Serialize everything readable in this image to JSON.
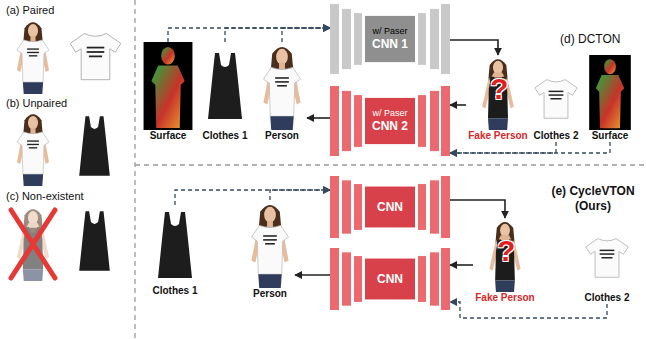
{
  "diagram": {
    "nodes": [
      {
        "text": [
          "w/ Paser",
          "CNN 1"
        ]
      },
      {
        "text": [
          "w/ Paser",
          "CNN 2"
        ]
      },
      {
        "text": [
          "Surface"
        ]
      },
      {
        "text": [
          "Clothes 1"
        ]
      },
      {
        "text": [
          "Person"
        ]
      },
      {
        "text": [
          "Fake Person"
        ]
      },
      {
        "text": [
          "Clothes 2"
        ]
      },
      {
        "text": [
          "Surface"
        ]
      },
      {
        "text": [
          "CNN"
        ]
      },
      {
        "text": [
          "CNN"
        ]
      },
      {
        "text": [
          "Clothes 1"
        ]
      },
      {
        "text": [
          "Person"
        ]
      },
      {
        "text": [
          "Fake Person"
        ]
      },
      {
        "text": [
          "Clothes 2"
        ]
      }
    ],
    "edges": [
      {
        "from": 2,
        "to": 0,
        "arrow": "to"
      },
      {
        "from": 3,
        "to": 0,
        "arrow": "to"
      },
      {
        "from": 4,
        "to": 0,
        "arrow": "to"
      },
      {
        "from": 0,
        "to": 5,
        "arrow": "to"
      },
      {
        "from": 5,
        "to": 1,
        "arrow": "to"
      },
      {
        "from": 6,
        "to": 1,
        "arrow": "to"
      },
      {
        "from": 7,
        "to": 1,
        "arrow": "to"
      },
      {
        "from": 1,
        "to": 4,
        "arrow": "to"
      },
      {
        "from": 10,
        "to": 8,
        "arrow": "to"
      },
      {
        "from": 11,
        "to": 8,
        "arrow": "to"
      },
      {
        "from": 8,
        "to": 12,
        "arrow": "to"
      },
      {
        "from": 12,
        "to": 9,
        "arrow": "to"
      },
      {
        "from": 13,
        "to": 9,
        "arrow": "to"
      },
      {
        "from": 9,
        "to": 11,
        "arrow": "to"
      }
    ],
    "labels": [
      "(a) Paired",
      "(b) Unpaired",
      "(c) Non-existent",
      "(d) DCTON",
      "(e) CycleVTON (Ours)",
      "?",
      "?"
    ]
  }
}
